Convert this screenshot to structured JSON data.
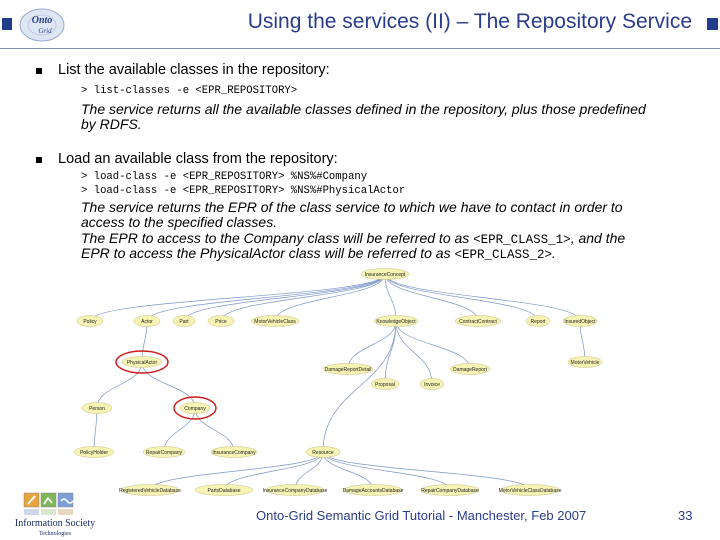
{
  "header": {
    "title": "Using the services (II) – The Repository Service",
    "logo_text_1": "Onto",
    "logo_text_2": "Grid"
  },
  "bullets": [
    {
      "text": "List the available classes in the repository:",
      "commands": [
        "> list-classes -e <EPR_REPOSITORY>"
      ],
      "description": [
        "The service returns all the available classes defined in the repository, plus those predefined",
        "by RDFS."
      ]
    },
    {
      "text": "Load an available class from the repository:",
      "commands": [
        "> load-class -e <EPR_REPOSITORY> %NS%#Company",
        "> load-class -e <EPR_REPOSITORY> %NS%#PhysicalActor"
      ],
      "description_lines": {
        "l1": "The service returns the EPR of the class service to which we have to contact in order to",
        "l2": "access to the specified classes.",
        "l3a": "The EPR to access to the Company class will be referred to as ",
        "l3m": "<EPR_CLASS_1>",
        "l3b": ", and the",
        "l4a": "EPR to access the PhysicalActor class will be referred to as ",
        "l4m": "<EPR_CLASS_2>",
        "l4b": "."
      }
    }
  ],
  "diagram": {
    "root": "InsuranceConcept",
    "level1": [
      "Policy",
      "Actor",
      "Part",
      "Price",
      "MotorVehicleClass",
      "KnowledgeObject",
      "ContractContract",
      "Report",
      "InsuredObject"
    ],
    "level2": [
      "PhysicalActor",
      "DamageReportDetail",
      "DamageReport",
      "MotorVehicle"
    ],
    "level3": [
      "Person",
      "Company",
      "Proposal",
      "Invoice"
    ],
    "level4": [
      "PolicyHolder",
      "RepairCompany",
      "InsuranceCompany",
      "Resource"
    ],
    "level5": [
      "RegisteredVehicleDatabase",
      "PartsDatabase",
      "InsuranceCompanyDatabase",
      "DamageAccountsDatabase",
      "RepairCompanyDatabase",
      "MotorVehicleClassDatabase"
    ],
    "node_color": "#f7f3b4",
    "edge_color": "#7a94c8",
    "highlight_color": "#d01818"
  },
  "footer": {
    "logo_text_1": "Information Society",
    "logo_text_2": "Technologies",
    "text": "Onto-Grid Semantic Grid Tutorial - Manchester, Feb 2007",
    "page": "33"
  }
}
